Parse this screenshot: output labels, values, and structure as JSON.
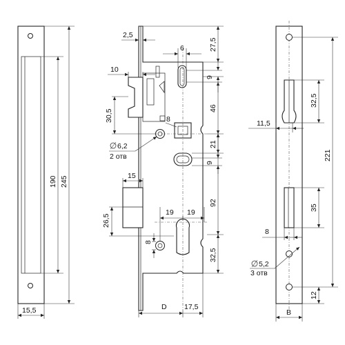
{
  "labels": {
    "left_15_5": "15,5",
    "left_190": "190",
    "left_245": "245",
    "mid_2_5": "2,5",
    "mid_27_5": "27,5",
    "mid_6": "6",
    "mid_10": "10",
    "mid_9_top": "9",
    "mid_30_5": "30,5",
    "mid_46": "46",
    "mid_8_sq": "8",
    "mid_d6_2": "6,2",
    "mid_2_holes": "2 отв",
    "mid_21": "21",
    "mid_9_bot": "9",
    "mid_15": "15",
    "mid_92": "92",
    "mid_26_5": "26,5",
    "mid_19_left": "19",
    "mid_19_right": "19",
    "mid_8_vert": "8",
    "mid_32_5": "32,5",
    "mid_D": "D",
    "mid_17_5": "17,5",
    "right_32_5": "32,5",
    "right_11_5": "11,5",
    "right_221": "221",
    "right_35": "35",
    "right_8": "8",
    "right_d5_2": "5,2",
    "right_3_holes": "3 отв",
    "right_12": "12",
    "right_B": "B"
  }
}
